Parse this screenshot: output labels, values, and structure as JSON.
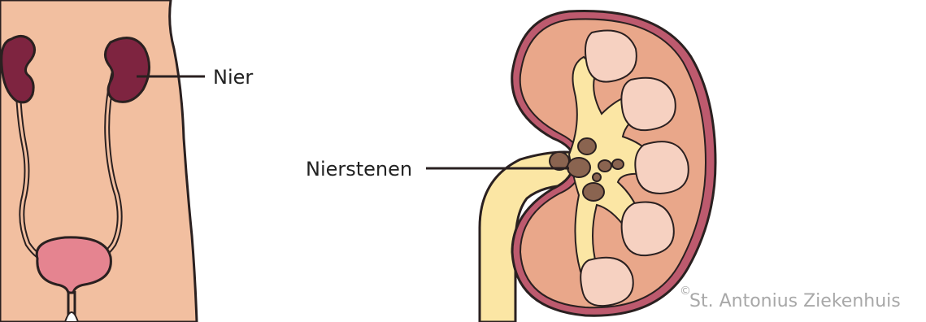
{
  "labels": {
    "kidney": "Nier",
    "kidney_stones": "Nierstenen"
  },
  "copyright": {
    "symbol": "©",
    "text": "St. Antonius Ziekenhuis"
  },
  "colors": {
    "skin": "#f2bfa0",
    "kidney_dark": "#7e2440",
    "bladder": "#e58490",
    "kidney_capsule": "#bd5a6e",
    "kidney_cortex": "#e9a78a",
    "kidney_medulla": "#f6d1c1",
    "urine_tract": "#fbe6a4",
    "stone": "#8a6450",
    "outline": "#2a2020"
  }
}
